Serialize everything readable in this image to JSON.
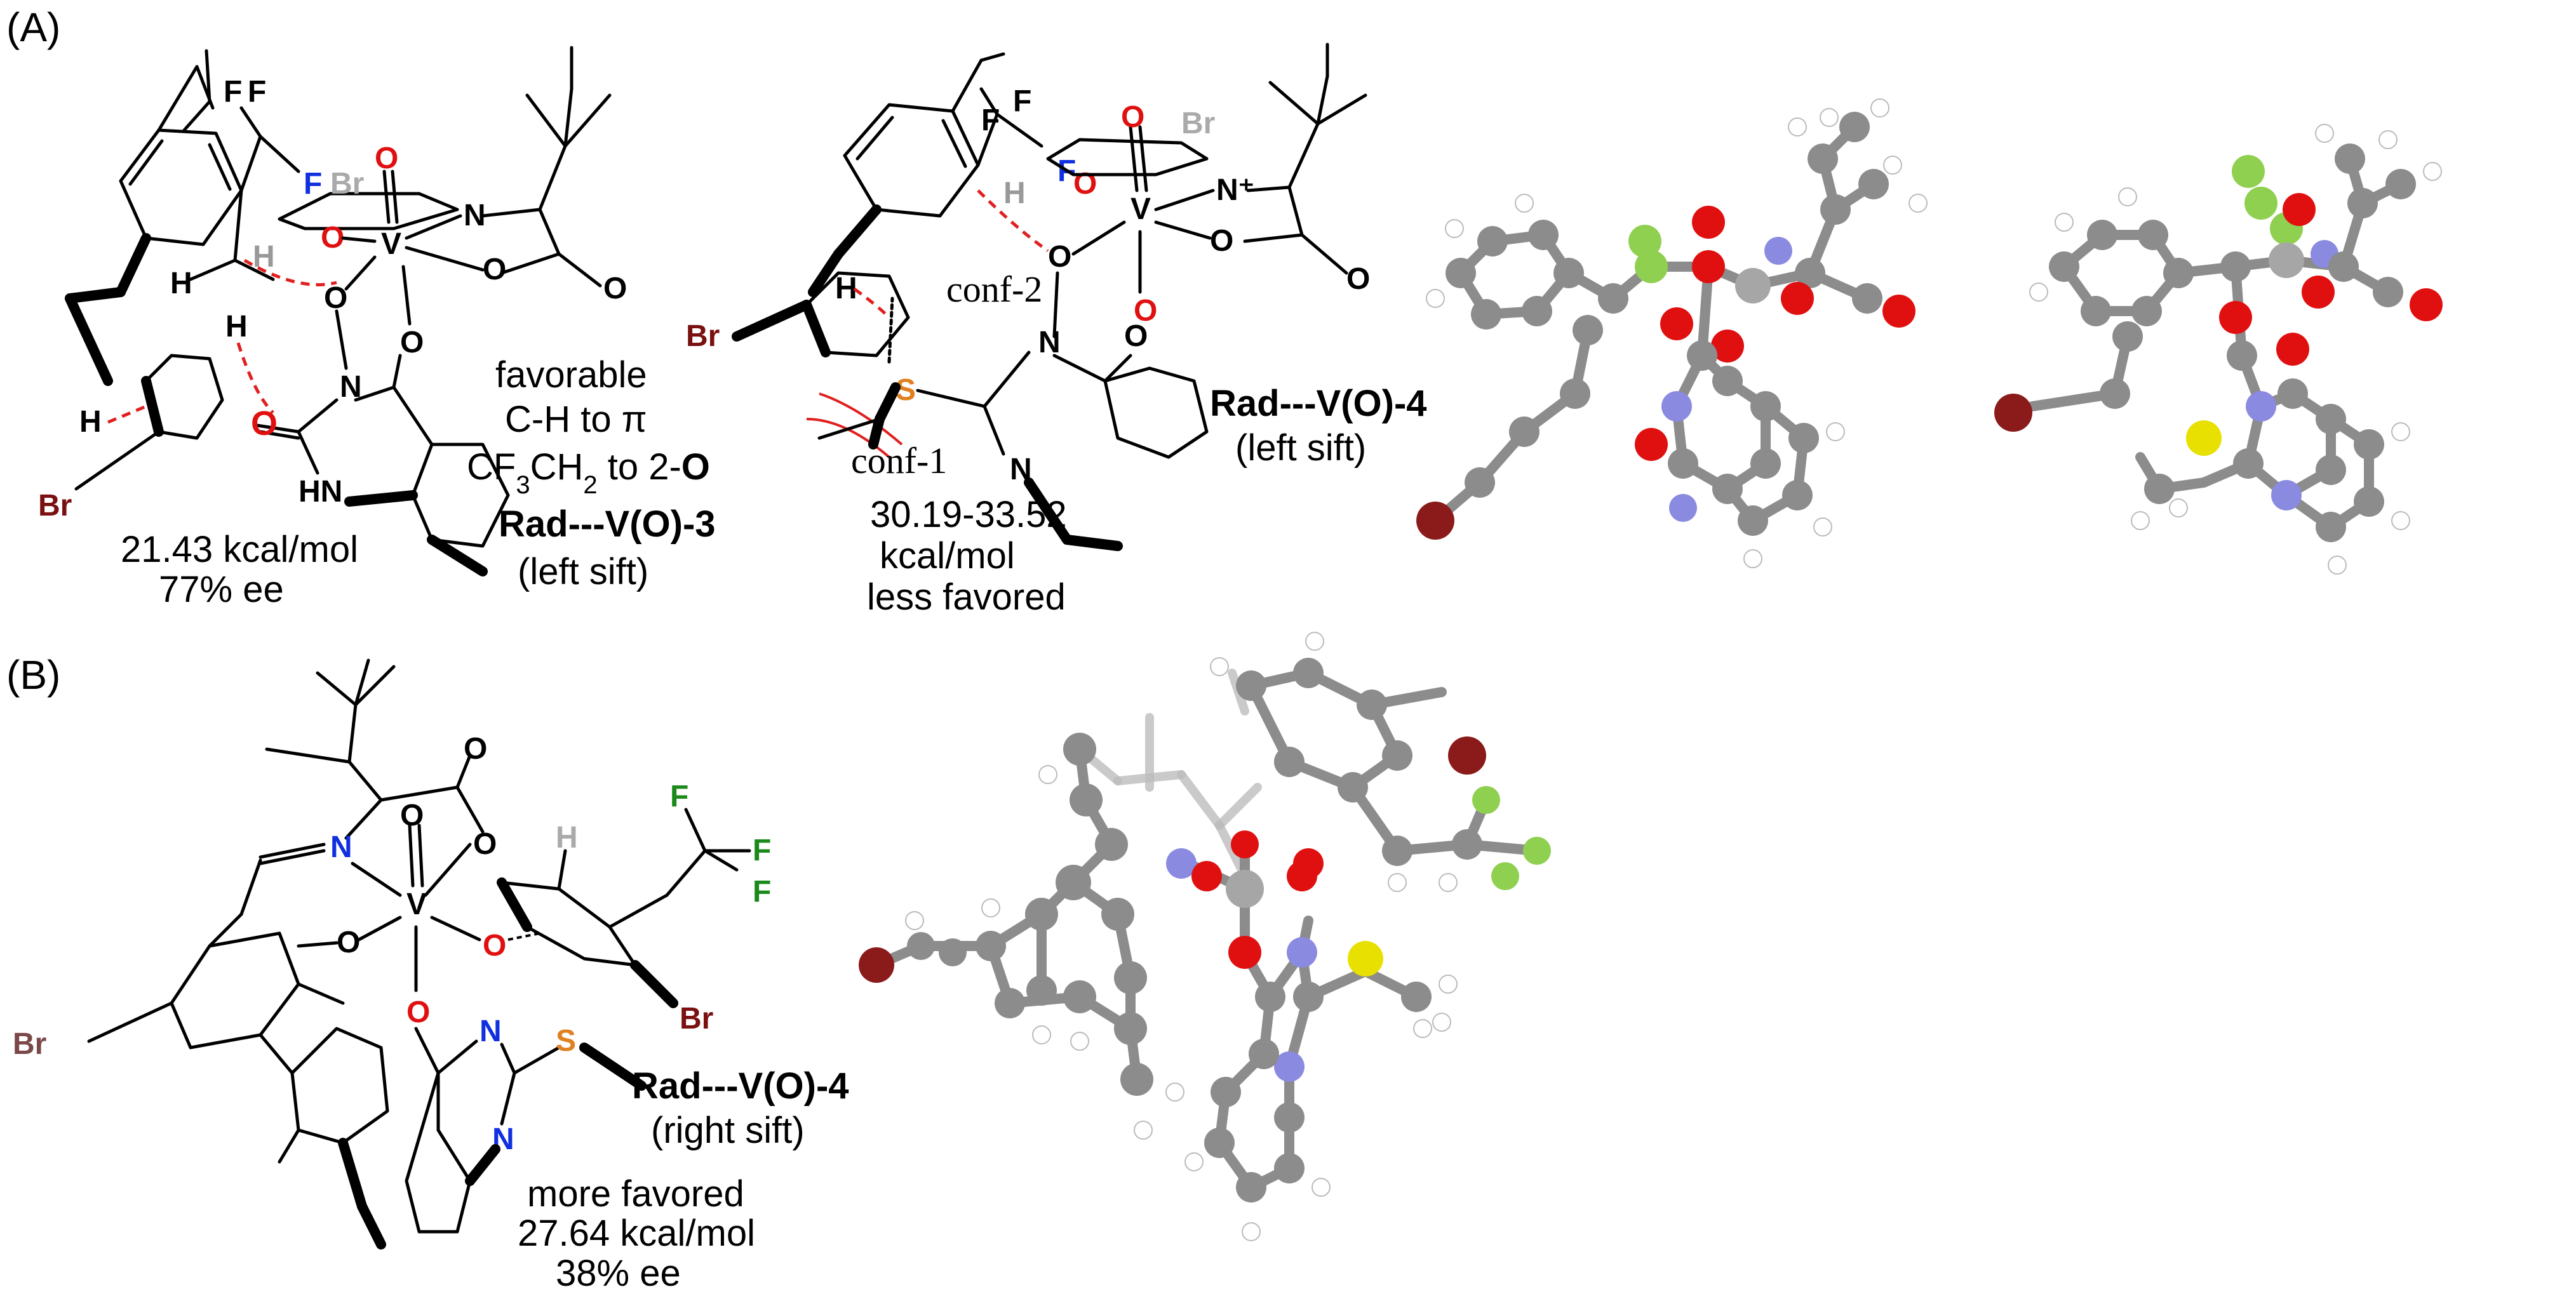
{
  "panels": {
    "A": "(A)",
    "B": "(B)"
  },
  "panel_a": {
    "left_structure": {
      "energy": "21.43 kcal/mol",
      "ee": "77% ee",
      "notes": [
        "favorable",
        "C-H to π"
      ],
      "cf3_note_prefix": "CF",
      "cf3_note_sub1": "3",
      "cf3_note_mid": "CH",
      "cf3_note_sub2": "2",
      "cf3_note_suffix": " to 2-",
      "cf3_note_atom": "O",
      "name": "Rad---V(O)-3",
      "mode": "(left sift)"
    },
    "middle_structure": {
      "conf_2": "conf-2",
      "conf_1": "conf-1",
      "energy": "30.19-33.52",
      "unit": "kcal/mol",
      "comment": "less favored",
      "name": "Rad---V(O)-4",
      "mode": "(left sift)"
    }
  },
  "panel_b": {
    "structure": {
      "comment": "more favored",
      "energy": "27.64 kcal/mol",
      "ee": "38% ee",
      "name": "Rad---V(O)-4",
      "mode": "(right sift)"
    }
  },
  "atoms": {
    "F": "F",
    "O": "O",
    "N": "N",
    "V": "V",
    "S": "S",
    "Br": "Br",
    "H": "H",
    "HN": "HN",
    "N_plus": "N⁺"
  },
  "colors": {
    "carbon": "#8c8c8c",
    "hydrogen": "#ffffff",
    "oxygen": "#e01010",
    "nitrogen": "#8a8ae0",
    "fluorine": "#90d050",
    "bromine": "#8b1a1a",
    "sulfur": "#e8e000",
    "vanadium": "#a6a6a6",
    "highlight_text": "#e02020",
    "heteroatom_blue": "#1030e0",
    "fluorine_green": "#1a8a1a",
    "sulfur_orange": "#e08020",
    "bromine_dark": "#7a1010"
  }
}
